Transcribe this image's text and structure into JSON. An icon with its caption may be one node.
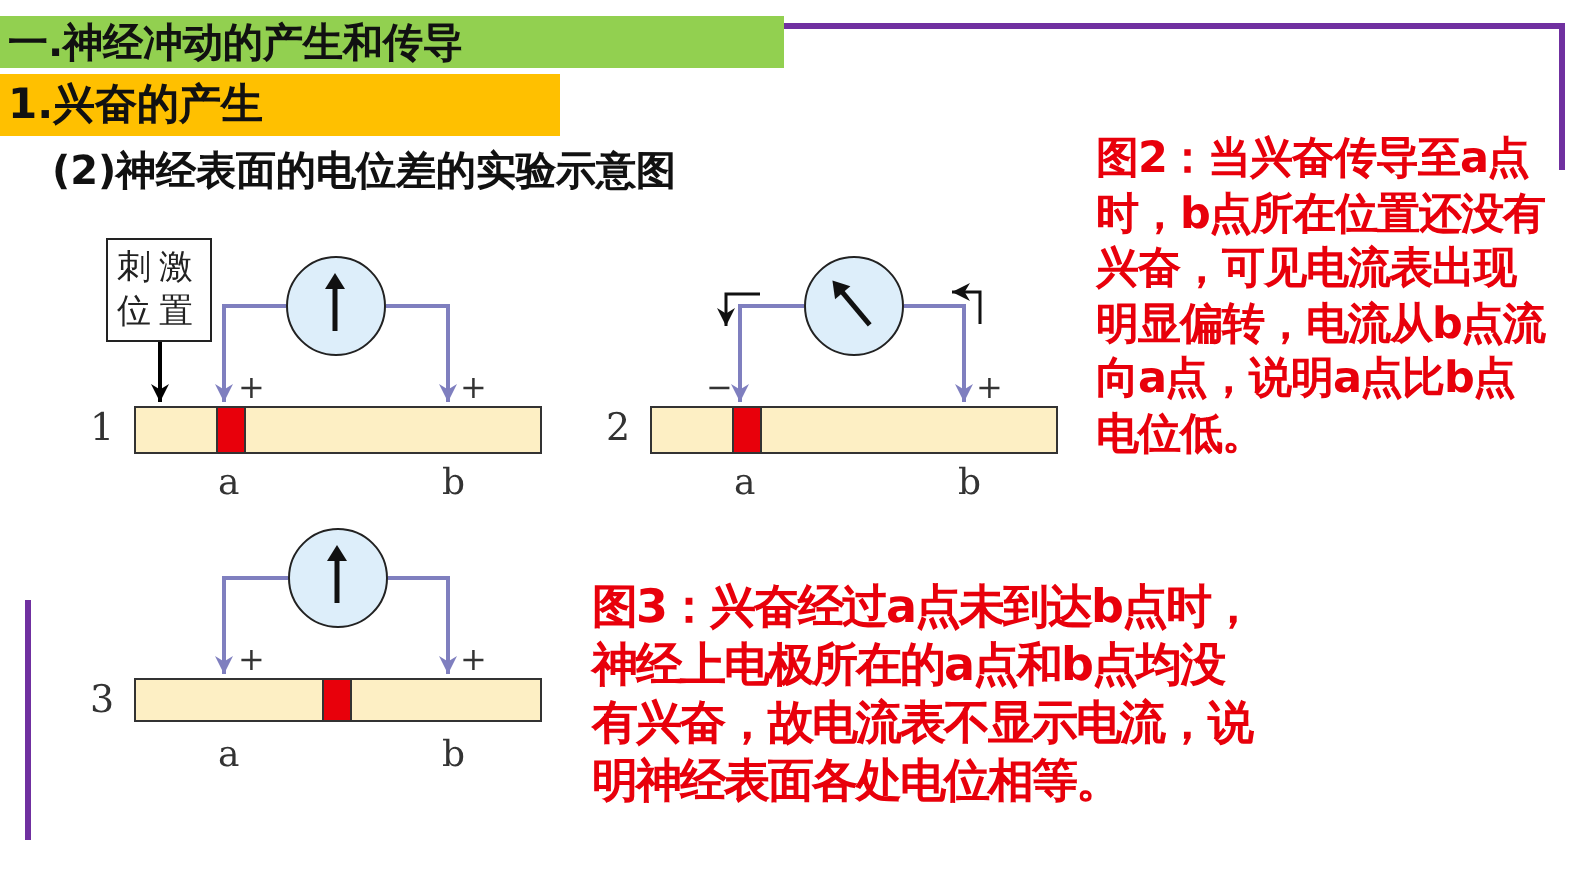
{
  "diagram": {
    "title": "一.神经冲动的产生和传导",
    "nodes": [
      {
        "text": [
          "刺激位置"
        ]
      },
      {
        "text": [],
        "shape": "bar",
        "beside": [
          "1",
          "+",
          "+",
          "a",
          "b"
        ]
      },
      {
        "text": [],
        "shape": "circle"
      },
      {
        "text": [],
        "shape": "bar",
        "beside": [
          "2",
          "−",
          "+",
          "a",
          "b"
        ]
      },
      {
        "text": [],
        "shape": "circle"
      },
      {
        "text": [],
        "shape": "bar",
        "beside": [
          "3",
          "+",
          "+",
          "a",
          "b"
        ]
      },
      {
        "text": [],
        "shape": "circle"
      }
    ],
    "edges": [
      {
        "from": 0,
        "to": 1,
        "arrow": "to",
        "color": "#000000"
      },
      {
        "from": 2,
        "to": 1,
        "arrow": "to"
      },
      {
        "from": 2,
        "to": 1,
        "arrow": "to"
      },
      {
        "from": 4,
        "to": 3,
        "arrow": "to"
      },
      {
        "from": 4,
        "to": 3,
        "arrow": "to"
      },
      {
        "from": 6,
        "to": 5,
        "arrow": "to"
      },
      {
        "from": 6,
        "to": 5,
        "arrow": "to"
      }
    ],
    "labels": [
      "1.兴奋的产生",
      "(2)神经表面的电位差的实验示意图",
      "图2：当兴奋传导至a点时，b点所在位置还没有兴奋，可见电流表出现明显偏转，电流从b点流向a点，说明a点比b点电位低。",
      "图3：兴奋经过a点未到达b点时，神经上电极所在的a点和b点均没有兴奋，故电流表不显示电流，说明神经表面各处电位相等。"
    ]
  }
}
